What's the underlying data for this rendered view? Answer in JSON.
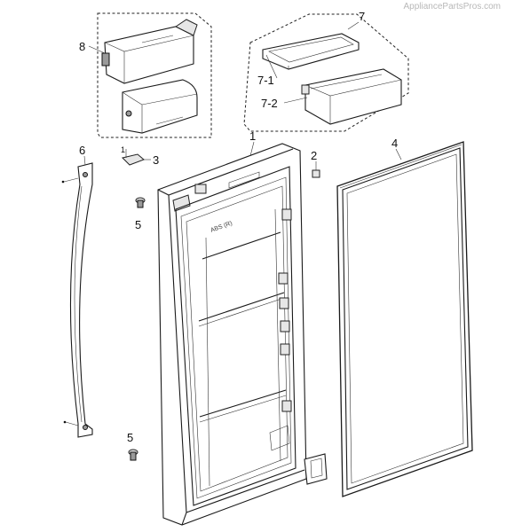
{
  "watermark": "AppliancePartsPros.com",
  "callouts": {
    "door_assembly": "1",
    "stopper": "2",
    "cap": "3",
    "gasket": "4",
    "screw_upper": "5",
    "screw_lower": "5",
    "handle": "6",
    "guard_set": "7",
    "guard_upper": "7-1",
    "guard_lower": "7-2",
    "dairy_case": "8"
  },
  "door_embossing": "ABS (R)"
}
